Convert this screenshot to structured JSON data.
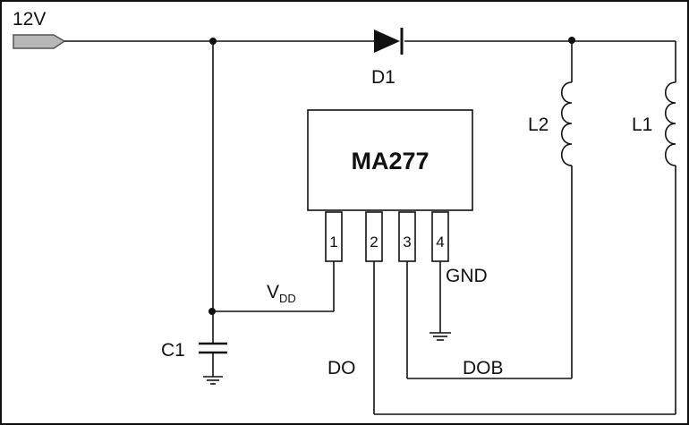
{
  "supply": {
    "label": "12V"
  },
  "diode": {
    "label": "D1"
  },
  "inductors": [
    {
      "label": "L2"
    },
    {
      "label": "L1"
    }
  ],
  "capacitor": {
    "label": "C1"
  },
  "chip": {
    "name": "MA277",
    "pins": [
      "1",
      "2",
      "3",
      "4"
    ]
  },
  "nets": {
    "vdd_main": "V",
    "vdd_sub": "DD",
    "gnd": "GND",
    "do": "DO",
    "dob": "DOB"
  },
  "colors": {
    "wire": "#111111",
    "terminal_fill": "#b8b8b8",
    "background": "#ffffff"
  }
}
